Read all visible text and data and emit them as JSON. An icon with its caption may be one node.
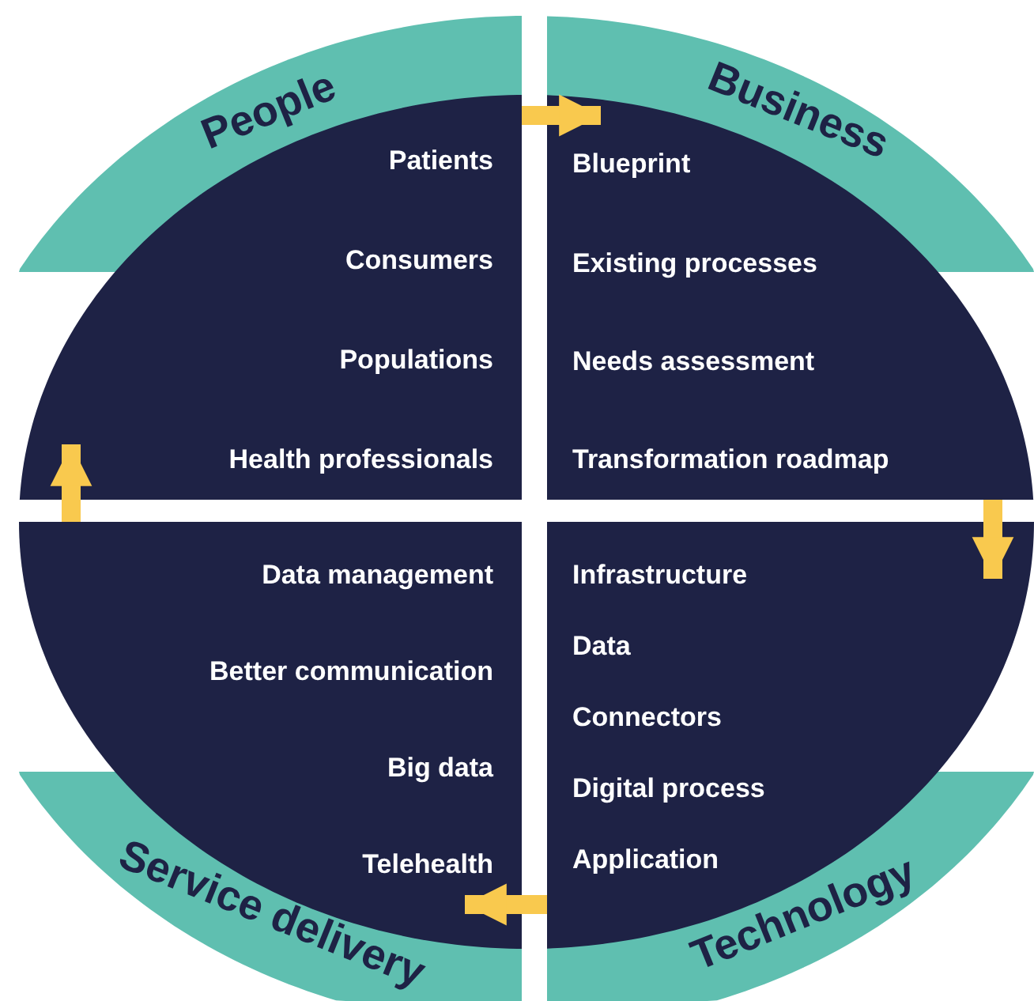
{
  "diagram": {
    "nodes": [
      {
        "text": [
          "People",
          "Patients",
          "Consumers",
          "Populations",
          "Health professionals"
        ]
      },
      {
        "text": [
          "Business",
          "Blueprint",
          "Existing processes",
          "Needs assessment",
          "Transformation roadmap"
        ]
      },
      {
        "text": [
          "Service delivery",
          "Data management",
          "Better communication",
          "Big data",
          "Telehealth"
        ]
      },
      {
        "text": [
          "Technology",
          "Infrastructure",
          "Data",
          "Connectors",
          "Digital process",
          "Application"
        ]
      }
    ],
    "edges": [
      {
        "from": 0,
        "to": 1,
        "arrow": "to"
      },
      {
        "from": 1,
        "to": 3,
        "arrow": "to"
      },
      {
        "from": 3,
        "to": 2,
        "arrow": "to"
      },
      {
        "from": 2,
        "to": 0,
        "arrow": "to"
      }
    ]
  }
}
